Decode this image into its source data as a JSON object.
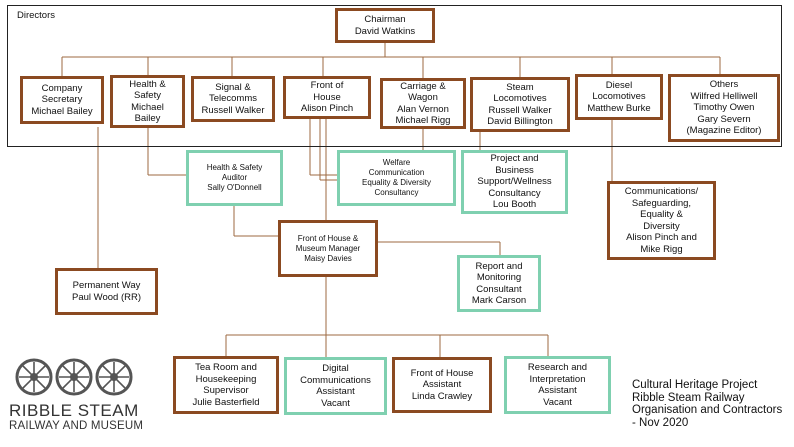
{
  "directors_label": "Directors",
  "chairman": [
    "Chairman",
    "David Watkins"
  ],
  "directors": [
    [
      "Company",
      "Secretary",
      "Michael Bailey"
    ],
    [
      "Health &",
      "Safety",
      "Michael",
      "Bailey"
    ],
    [
      "Signal &",
      "Telecomms",
      "Russell Walker"
    ],
    [
      "Front of",
      "House",
      "Alison Pinch"
    ],
    [
      "Carriage &",
      "Wagon",
      "Alan Vernon",
      "Michael Rigg"
    ],
    [
      "Steam",
      "Locomotives",
      "Russell Walker",
      "David Billington"
    ],
    [
      "Diesel",
      "Locomotives",
      "Matthew Burke"
    ],
    [
      "Others",
      "Wilfred Helliwell",
      "Timothy Owen",
      "Gary Severn",
      "(Magazine Editor)"
    ]
  ],
  "hs_auditor": [
    "Health & Safety",
    "Auditor",
    "Sally O'Donnell"
  ],
  "welfare": [
    "Welfare",
    "Communication",
    "Equality & Diversity",
    "Consultancy"
  ],
  "project_support": [
    "Project and",
    "Business",
    "Support/Wellness",
    "Consultancy",
    "Lou Booth"
  ],
  "communications": [
    "Communications/",
    "Safeguarding,",
    "Equality &",
    "Diversity",
    "Alison Pinch and",
    "Mike Rigg"
  ],
  "foh_manager": [
    "Front of House &",
    "Museum Manager",
    "Maisy Davies"
  ],
  "report_consultant": [
    "Report and",
    "Monitoring",
    "Consultant",
    "Mark Carson"
  ],
  "permanent_way": [
    "Permanent Way",
    "Paul Wood (RR)"
  ],
  "bottom_row": [
    [
      "Tea Room and",
      "Housekeeping",
      "Supervisor",
      "Julie Basterfield"
    ],
    [
      "Digital",
      "Communications",
      "Assistant",
      "Vacant"
    ],
    [
      "Front of House",
      "Assistant",
      "Linda Crawley"
    ],
    [
      "Research and",
      "Interpretation",
      "Assistant",
      "Vacant"
    ]
  ],
  "logo": {
    "line1": "RIBBLE STEAM",
    "line2": "RAILWAY AND MUSEUM"
  },
  "footer": [
    "Cultural Heritage Project",
    "Ribble Steam Railway",
    "Organisation and Contractors",
    " - Nov 2020"
  ],
  "colors": {
    "brown_border": "#8b4a21",
    "green_border": "#7fd0b0",
    "connector": "#9c6a40"
  }
}
